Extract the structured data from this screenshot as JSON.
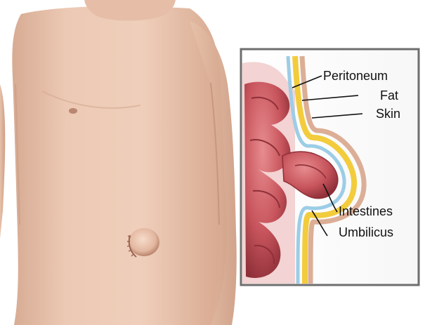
{
  "labels": {
    "peritoneum": "Peritoneum",
    "fat": "Fat",
    "skin": "Skin",
    "intestines": "Intestines",
    "umbilicus": "Umbilicus"
  },
  "colors": {
    "skin_tone": "#e8c3ad",
    "peritoneum": "#9ccde6",
    "fat": "#f2cc3c",
    "intestine": "#c8565f",
    "frame": "#6e6e6e"
  }
}
